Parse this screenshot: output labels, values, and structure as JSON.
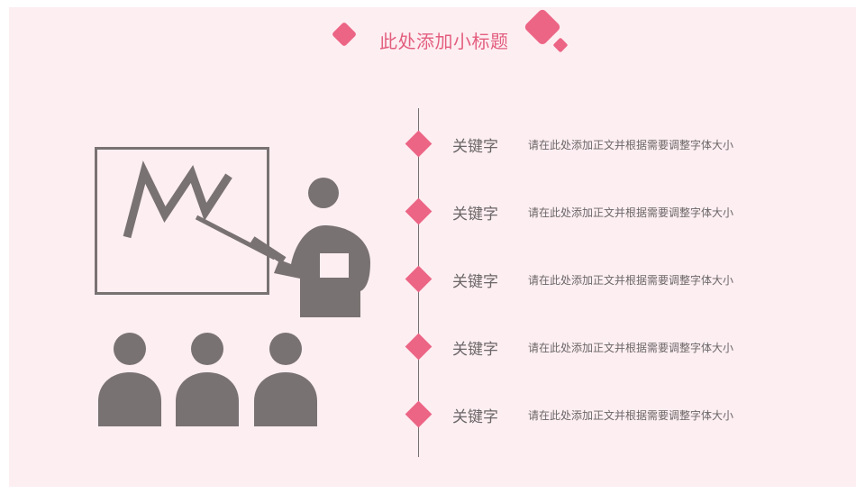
{
  "title": "此处添加小标题",
  "colors": {
    "accent": "#ec6585",
    "background": "#fdeef2",
    "figure": "#797272"
  },
  "illustration": {
    "icons": [
      "whiteboard-icon",
      "zigzag-chart-icon",
      "presenter-icon",
      "audience-icon"
    ]
  },
  "items": [
    {
      "keyword": "关键字",
      "text": "请在此处添加正文并根据需要调整字体大小"
    },
    {
      "keyword": "关键字",
      "text": "请在此处添加正文并根据需要调整字体大小"
    },
    {
      "keyword": "关键字",
      "text": "请在此处添加正文并根据需要调整字体大小"
    },
    {
      "keyword": "关键字",
      "text": "请在此处添加正文并根据需要调整字体大小"
    },
    {
      "keyword": "关键字",
      "text": "请在此处添加正文并根据需要调整字体大小"
    }
  ]
}
